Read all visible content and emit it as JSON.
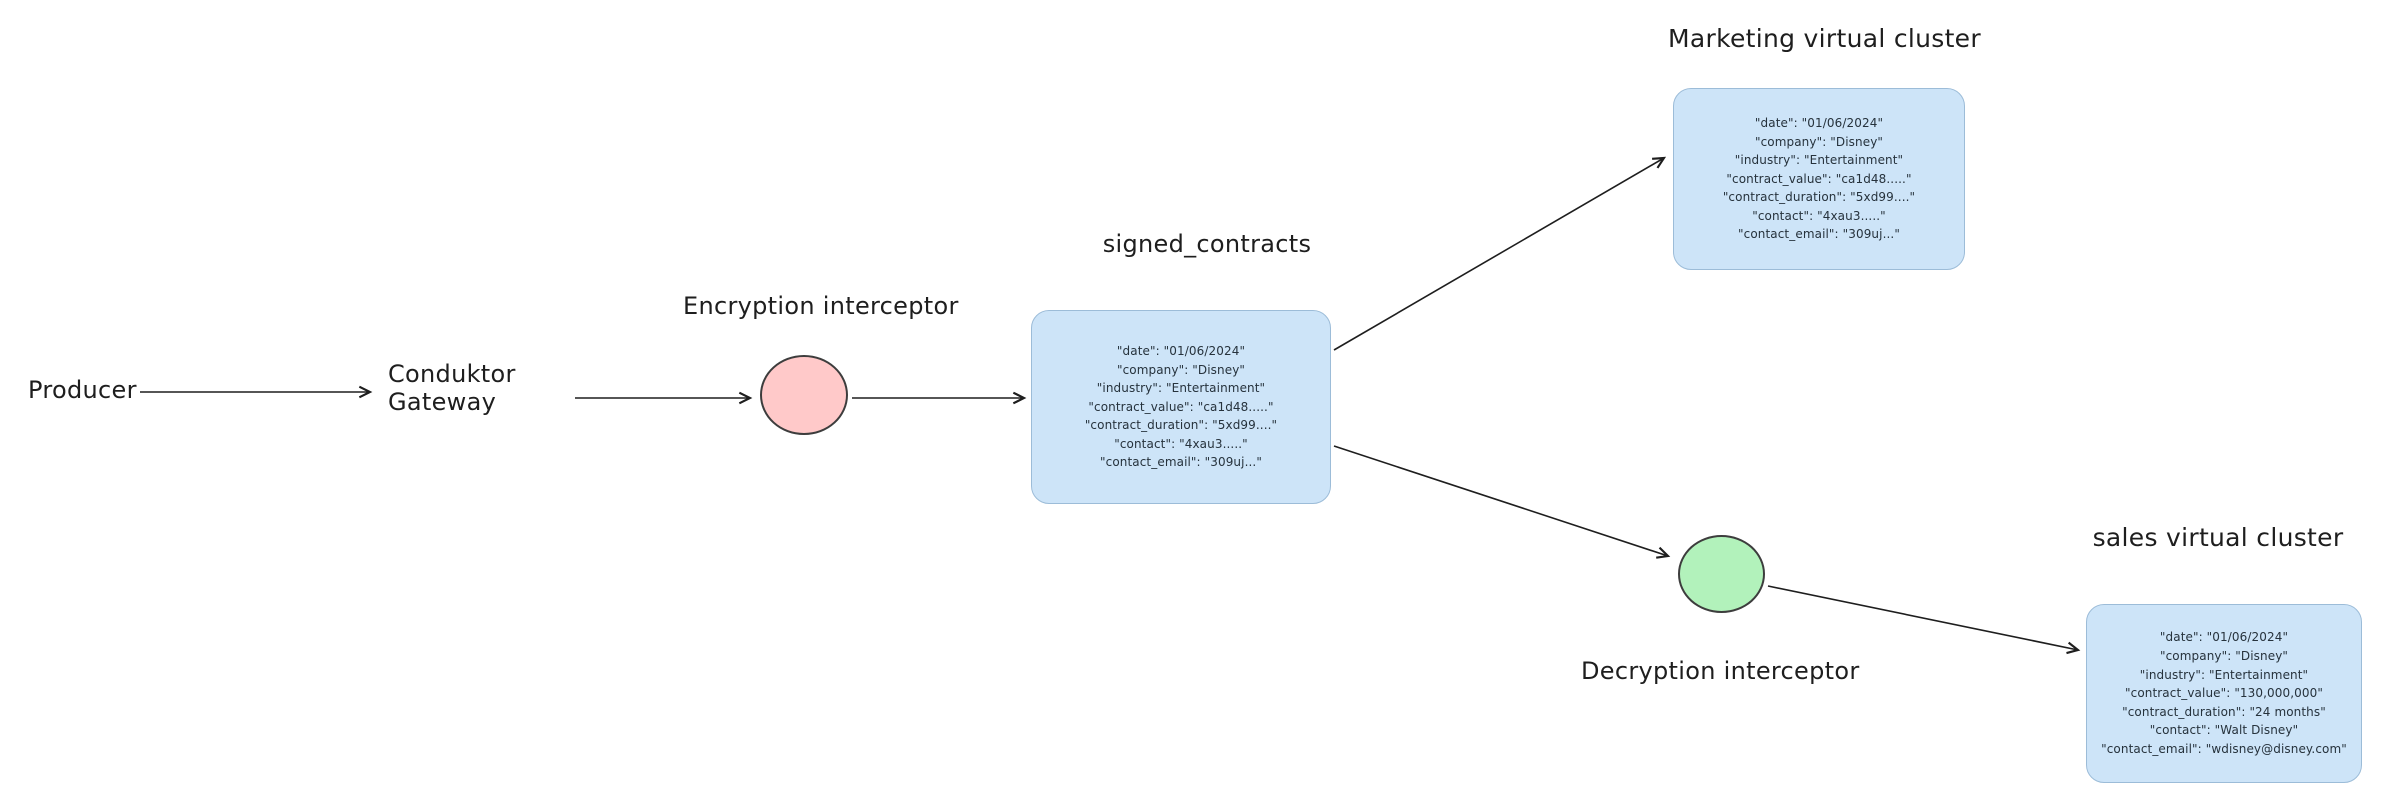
{
  "diagram": {
    "colors": {
      "ink": "#1e1e1e",
      "topic_fill": "#cde4f8",
      "topic_border": "#9cbcd8",
      "encryption_fill": "#ffc9c9",
      "decryption_fill": "#b2f2bb"
    },
    "nodes": {
      "producer": {
        "label": "Producer"
      },
      "gateway": {
        "line1": "Conduktor",
        "line2": "Gateway"
      },
      "encryption": {
        "label": "Encryption interceptor"
      },
      "signed_contracts": {
        "label": "signed_contracts",
        "lines": [
          "\"date\": \"01/06/2024\"",
          "\"company\": \"Disney\"",
          "\"industry\": \"Entertainment\"",
          "\"contract_value\": \"ca1d48.....\"",
          "\"contract_duration\": \"5xd99....\"",
          "\"contact\": \"4xau3.....\"",
          "\"contact_email\": \"309uj...\""
        ]
      },
      "marketing": {
        "label": "Marketing virtual cluster",
        "lines": [
          "\"date\": \"01/06/2024\"",
          "\"company\": \"Disney\"",
          "\"industry\": \"Entertainment\"",
          "\"contract_value\": \"ca1d48.....\"",
          "\"contract_duration\": \"5xd99....\"",
          "\"contact\": \"4xau3.....\"",
          "\"contact_email\": \"309uj...\""
        ]
      },
      "decryption": {
        "label": "Decryption interceptor"
      },
      "sales": {
        "label": "sales virtual cluster",
        "lines": [
          "\"date\": \"01/06/2024\"",
          "\"company\": \"Disney\"",
          "\"industry\": \"Entertainment\"",
          "\"contract_value\": \"130,000,000\"",
          "\"contract_duration\": \"24 months\"",
          "\"contact\": \"Walt Disney\"",
          "\"contact_email\": \"wdisney@disney.com\""
        ]
      }
    }
  }
}
